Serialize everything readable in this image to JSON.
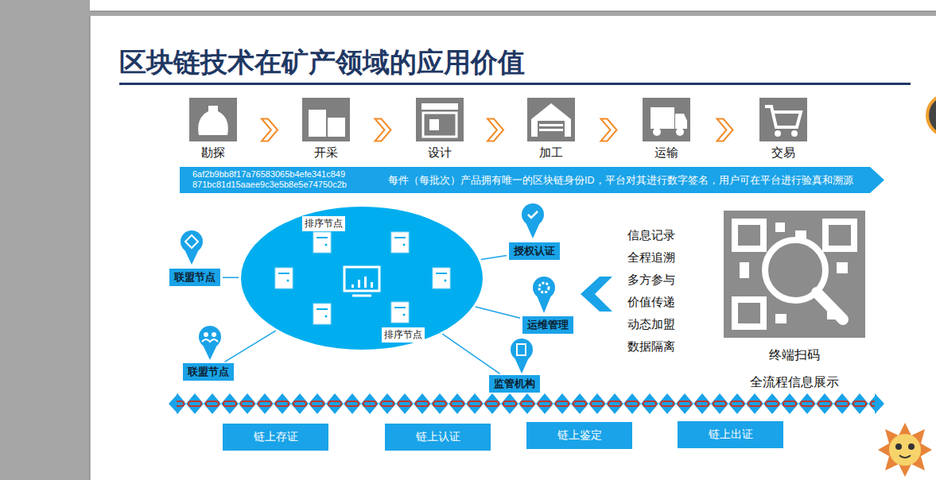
{
  "diagram": {
    "title": "区块链技术在矿产领域的应用价值",
    "nodes": [
      {
        "text": [
          "勘探"
        ]
      },
      {
        "text": [
          "开采"
        ]
      },
      {
        "text": [
          "设计"
        ]
      },
      {
        "text": [
          "加工"
        ]
      },
      {
        "text": [
          "运输"
        ]
      },
      {
        "text": [
          "交易"
        ]
      },
      {
        "text": [
          "6af2b9bb8f17a76583065b4efe341c849 871bc81d15aaee9c3e5b8e5e74750c2b",
          "每件（每批次）产品拥有唯一的区块链身份ID，平台对其进行数字签名，用户可在平台进行验真和溯源"
        ]
      },
      {
        "text": [
          "排序节点",
          "排序节点"
        ]
      },
      {
        "text": [
          "授权认证"
        ]
      },
      {
        "text": [
          "联盟节点"
        ]
      },
      {
        "text": [
          "运维管理"
        ]
      },
      {
        "text": [
          "联盟节点"
        ]
      },
      {
        "text": [
          "监管机构"
        ]
      },
      {
        "text": [
          "终端扫码",
          "全流程信息展示"
        ]
      },
      {
        "text": [
          "链上存证"
        ]
      },
      {
        "text": [
          "链上认证"
        ]
      },
      {
        "text": [
          "链上鉴定"
        ]
      },
      {
        "text": [
          "链上出证"
        ]
      }
    ],
    "edges": [
      {
        "from": 0,
        "to": 1,
        "arrow": "to"
      },
      {
        "from": 1,
        "to": 2,
        "arrow": "to"
      },
      {
        "from": 2,
        "to": 3,
        "arrow": "to"
      },
      {
        "from": 3,
        "to": 4,
        "arrow": "to"
      },
      {
        "from": 4,
        "to": 5,
        "arrow": "to"
      },
      {
        "from": 7,
        "to": 9,
        "arrow": "none"
      },
      {
        "from": 7,
        "to": 8,
        "arrow": "none"
      },
      {
        "from": 7,
        "to": 10,
        "arrow": "none"
      },
      {
        "from": 7,
        "to": 11,
        "arrow": "none"
      },
      {
        "from": 7,
        "to": 12,
        "arrow": "none"
      }
    ],
    "labels": [
      "信息记录",
      "全程追溯",
      "多方参与",
      "价值传递",
      "动态加盟",
      "数据隔离"
    ]
  }
}
